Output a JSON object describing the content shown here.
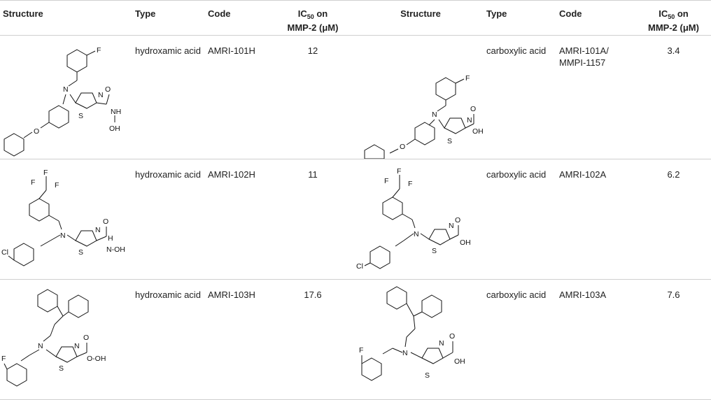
{
  "headers": {
    "structure": "Structure",
    "type": "Type",
    "code": "Code",
    "ic50_main": "IC",
    "ic50_sub": "50",
    "ic50_on": " on",
    "ic50_target": "MMP-2 (μM)"
  },
  "rows": [
    {
      "left": {
        "type": "hydroxamic acid",
        "code": "AMRI-101H",
        "ic50": "12"
      },
      "right": {
        "type": "carboxylic acid",
        "code": "AMRI-101A/ MMPI-1157",
        "ic50": "3.4"
      }
    },
    {
      "left": {
        "type": "hydroxamic acid",
        "code": "AMRI-102H",
        "ic50": "11"
      },
      "right": {
        "type": "carboxylic acid",
        "code": "AMRI-102A",
        "ic50": "6.2"
      }
    },
    {
      "left": {
        "type": "hydroxamic acid",
        "code": "AMRI-103H",
        "ic50": "17.6"
      },
      "right": {
        "type": "carboxylic acid",
        "code": "AMRI-103A",
        "ic50": "7.6"
      }
    }
  ],
  "atoms": {
    "F": "F",
    "N": "N",
    "S": "S",
    "O": "O",
    "Cl": "Cl",
    "OH": "OH",
    "NH": "NH",
    "OH_lower": "OH",
    "NOH": "N-OH",
    "NHOH": "N-OH",
    "O_OH": "O-OH",
    "H": "H"
  }
}
